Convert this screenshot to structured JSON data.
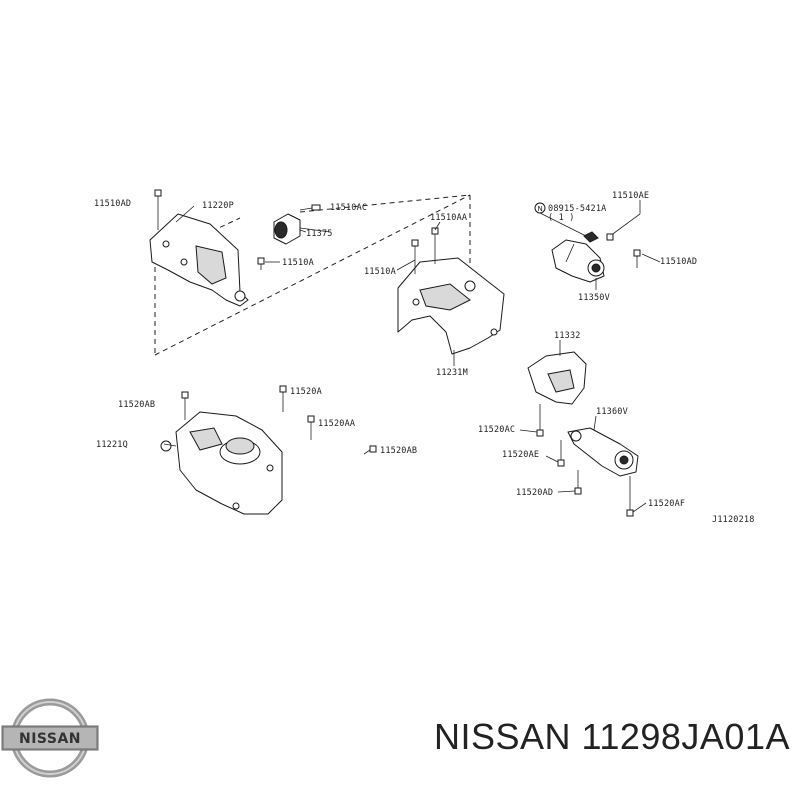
{
  "diagram": {
    "labels": {
      "l_11510AD_1": "11510AD",
      "l_11220P": "11220P",
      "l_11510AC": "11510AC",
      "l_11375": "11375",
      "l_11510A": "11510A",
      "l_11510AA": "11510AA",
      "l_11510A_b": "11510A",
      "l_08915": "08915-5421A",
      "l_08915_qty": "( 1 )",
      "l_11510AE": "11510AE",
      "l_11510AD_2": "11510AD",
      "l_11350V": "11350V",
      "l_11231M": "11231M",
      "l_11332": "11332",
      "l_11520AB_1": "11520AB",
      "l_11520A": "11520A",
      "l_11520AA": "11520AA",
      "l_11221Q": "11221Q",
      "l_11520AB_2": "11520AB",
      "l_11520AC": "11520AC",
      "l_11360V": "11360V",
      "l_11520AE": "11520AE",
      "l_11520AD": "11520AD",
      "l_11520AF": "11520AF",
      "l_code": "J1120218",
      "badge_N": "N"
    }
  },
  "logo": {
    "text": "NISSAN"
  },
  "footer": {
    "title": "NISSAN 11298JA01A"
  }
}
